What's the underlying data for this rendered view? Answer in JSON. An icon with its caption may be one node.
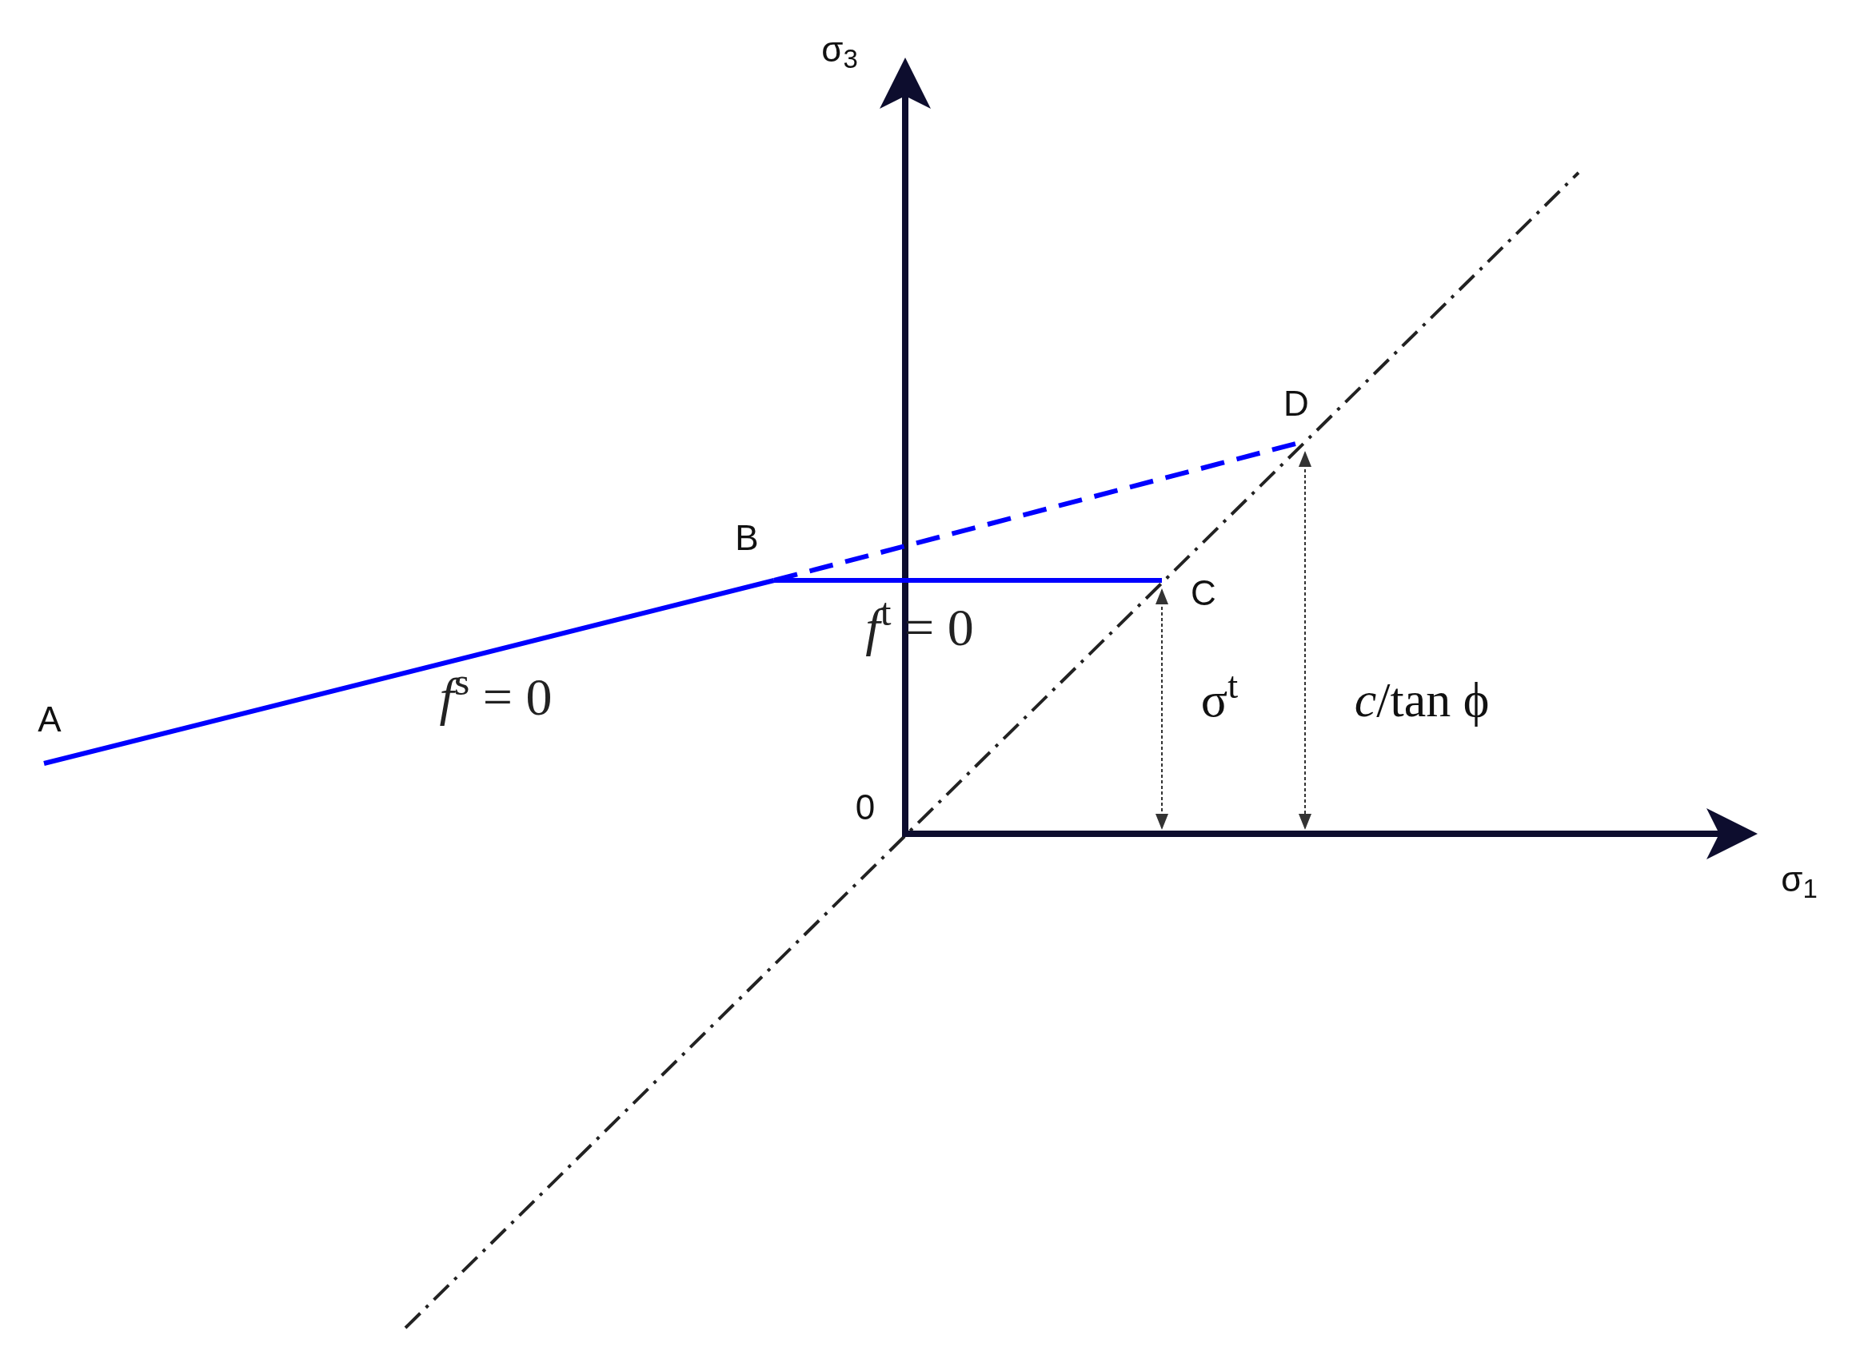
{
  "diagram": {
    "nodes": [
      {
        "text": [
          "A"
        ]
      },
      {
        "text": [
          "B"
        ]
      },
      {
        "text": [
          "C"
        ]
      },
      {
        "text": [
          "D"
        ]
      }
    ],
    "edges": [
      {
        "from": 0,
        "to": 1,
        "arrow": "none",
        "label": "*f*$^{s}$ = 0"
      },
      {
        "from": 1,
        "to": 2,
        "arrow": "none",
        "label": "*f*$^{t}$ = 0"
      },
      {
        "from": 1,
        "to": 3,
        "arrow": "none",
        "style": "dashed"
      }
    ],
    "labels": [
      "σ$_{3}$",
      "σ$_{1}$",
      "0",
      "σ$^{t}$",
      "*c*/tan ϕ"
    ]
  }
}
